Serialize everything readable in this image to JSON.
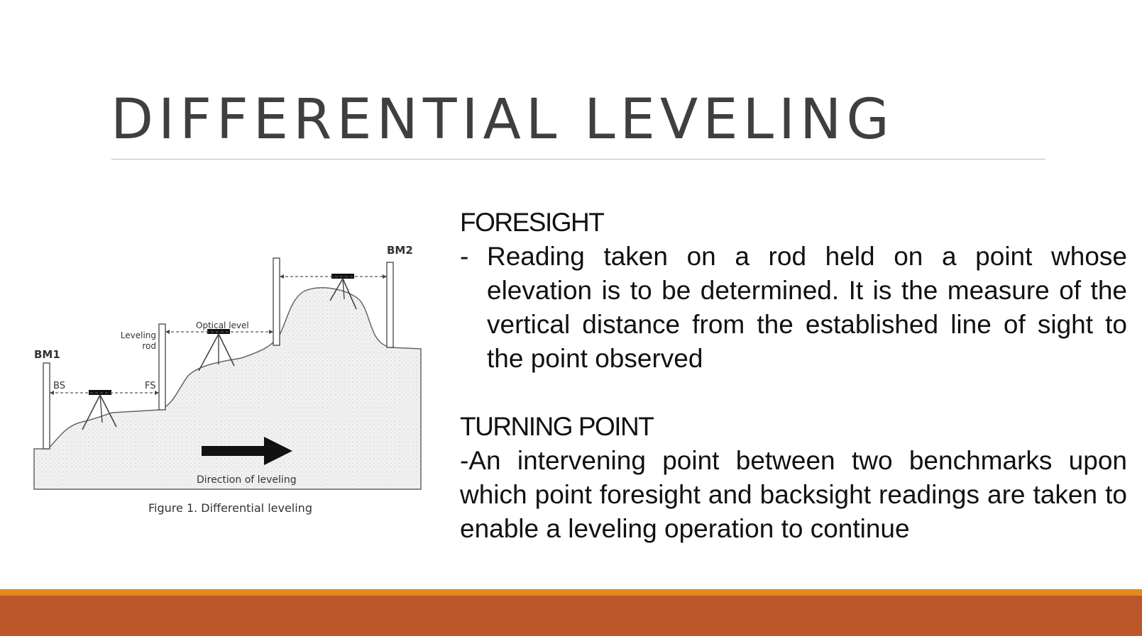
{
  "slide": {
    "title": "DIFFERENTIAL LEVELING"
  },
  "figure": {
    "labels": {
      "bm1": "BM1",
      "bm2": "BM2",
      "bs": "BS",
      "fs": "FS",
      "leveling_rod_1": "Leveling",
      "leveling_rod_2": "rod",
      "optical_level": "Optical level",
      "direction": "Direction of leveling"
    },
    "caption": "Figure 1. Differential leveling"
  },
  "foresight": {
    "heading": "FORESIGHT",
    "dash": "-",
    "text": "Reading taken on a rod held on a point whose elevation is to be determined. It is the measure of the vertical distance from the established line of sight to the point observed"
  },
  "turning_point": {
    "heading": "TURNING POINT",
    "text": "-An intervening point between two benchmarks upon which point foresight and backsight readings are taken to enable a leveling operation to continue"
  },
  "colors": {
    "footer_stripe": "#e38a1c",
    "footer_bar": "#bb572b",
    "title": "#3d3f41"
  }
}
